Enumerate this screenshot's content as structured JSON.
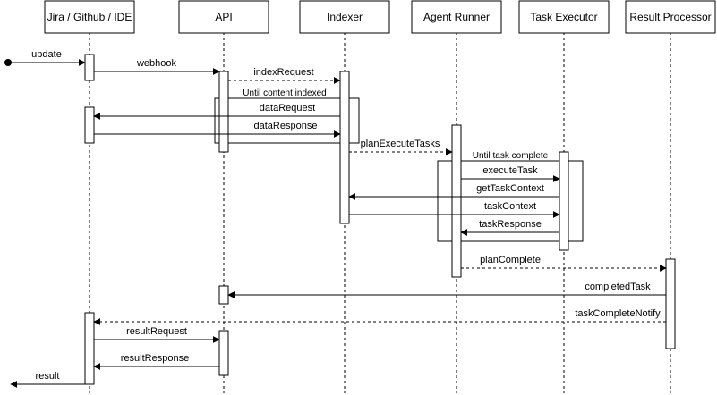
{
  "participants": [
    {
      "id": "jira",
      "label": "Jira / Github / IDE"
    },
    {
      "id": "api",
      "label": "API"
    },
    {
      "id": "indexer",
      "label": "Indexer"
    },
    {
      "id": "agent",
      "label": "Agent Runner"
    },
    {
      "id": "executor",
      "label": "Task Executor"
    },
    {
      "id": "result",
      "label": "Result Processor"
    }
  ],
  "messages": [
    {
      "id": "update",
      "label": "update",
      "style": "solid"
    },
    {
      "id": "webhook",
      "label": "webhook",
      "style": "solid"
    },
    {
      "id": "indexRequest",
      "label": "indexRequest",
      "style": "dashed"
    },
    {
      "id": "dataRequest",
      "label": "dataRequest",
      "style": "solid"
    },
    {
      "id": "dataResponse",
      "label": "dataResponse",
      "style": "solid"
    },
    {
      "id": "planExecuteTasks",
      "label": "planExecuteTasks",
      "style": "dashed"
    },
    {
      "id": "executeTask",
      "label": "executeTask",
      "style": "solid"
    },
    {
      "id": "getTaskContext",
      "label": "getTaskContext",
      "style": "solid"
    },
    {
      "id": "taskContext",
      "label": "taskContext",
      "style": "solid"
    },
    {
      "id": "taskResponse",
      "label": "taskResponse",
      "style": "solid"
    },
    {
      "id": "planComplete",
      "label": "planComplete",
      "style": "dashed"
    },
    {
      "id": "completedTask",
      "label": "completedTask",
      "style": "solid"
    },
    {
      "id": "taskCompleteNotify",
      "label": "taskCompleteNotify",
      "style": "dashed"
    },
    {
      "id": "resultRequest",
      "label": "resultRequest",
      "style": "solid"
    },
    {
      "id": "resultResponse",
      "label": "resultResponse",
      "style": "solid"
    },
    {
      "id": "result",
      "label": "result",
      "style": "solid"
    }
  ],
  "loops": [
    {
      "id": "content-loop",
      "label": "Until content indexed"
    },
    {
      "id": "task-loop",
      "label": "Until task complete"
    }
  ]
}
